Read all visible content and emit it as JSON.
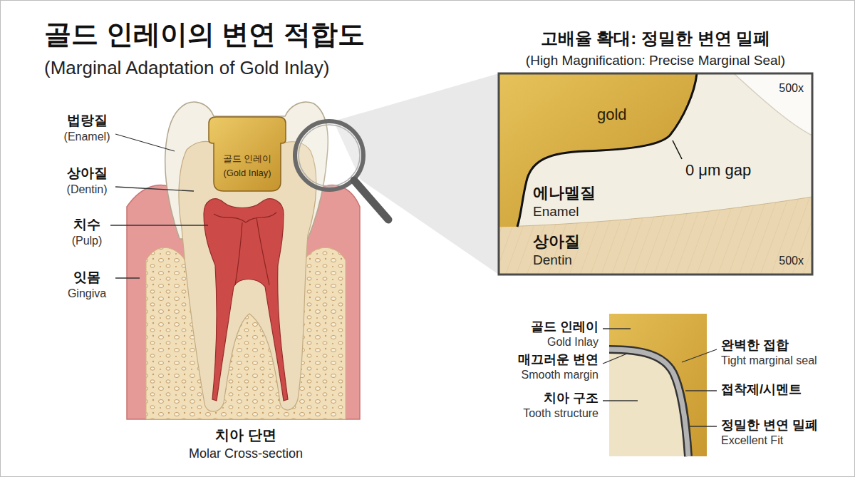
{
  "diagram": {
    "title": "골드 인레이의 변연 적합도",
    "nodes": [
      {
        "text": [
          "골드 인레이",
          "(Gold Inlay)"
        ]
      },
      {
        "text": [
          "고배율 확대: 정밀한 변연 밀폐",
          "(High Magnification: Precise Marginal Seal)",
          "500x",
          "gold",
          "0 μm gap",
          "에나멜질",
          "Enamel",
          "상아질",
          "Dentin",
          "500x"
        ]
      }
    ],
    "labels": [
      "(Marginal Adaptation of Gold Inlay)",
      "법랑질",
      "(Enamel)",
      "상아질",
      "(Dentin)",
      "치수",
      "(Pulp)",
      "잇몸",
      "Gingiva",
      "치아 단면",
      "Molar Cross-section",
      "골드 인레이",
      "Gold Inlay",
      "매끄러운 변연",
      "Smooth margin",
      "치아 구조",
      "Tooth structure",
      "완벽한 접합",
      "Tight marginal seal",
      "접착제/시멘트",
      "정밀한 변연 밀폐",
      "Excellent Fit"
    ]
  }
}
